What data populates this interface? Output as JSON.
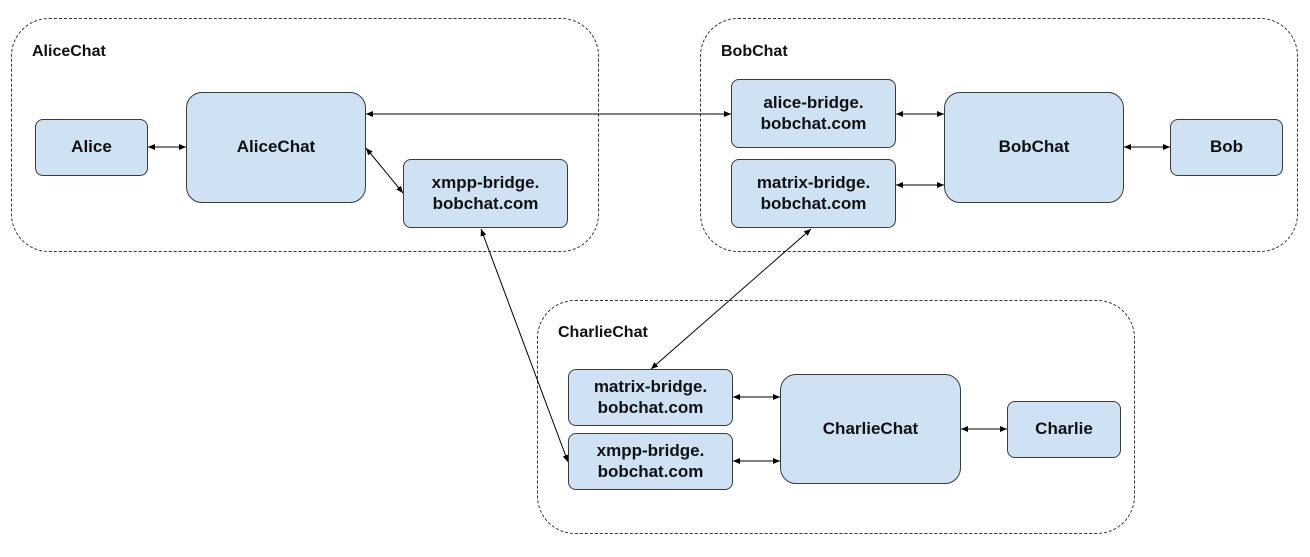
{
  "colors": {
    "node_fill": "#cfe2f3",
    "node_border": "#3a3a3a",
    "group_border": "#333333",
    "edge": "#000000"
  },
  "groups": {
    "alicechat": {
      "label": "AliceChat"
    },
    "bobchat": {
      "label": "BobChat"
    },
    "charliechat": {
      "label": "CharlieChat"
    }
  },
  "nodes": {
    "alice": {
      "label": "Alice"
    },
    "alicechat_server": {
      "label": "AliceChat"
    },
    "alice_xmpp_bridge": {
      "label": "xmpp-bridge.\nbobchat.com"
    },
    "bob_alice_bridge": {
      "label": "alice-bridge.\nbobchat.com"
    },
    "bob_matrix_bridge": {
      "label": "matrix-bridge.\nbobchat.com"
    },
    "bobchat_server": {
      "label": "BobChat"
    },
    "bob": {
      "label": "Bob"
    },
    "charlie_matrix_bridge": {
      "label": "matrix-bridge.\nbobchat.com"
    },
    "charlie_xmpp_bridge": {
      "label": "xmpp-bridge.\nbobchat.com"
    },
    "charliechat_server": {
      "label": "CharlieChat"
    },
    "charlie": {
      "label": "Charlie"
    }
  },
  "edges": [
    {
      "from": "alice",
      "to": "alicechat_server",
      "arrows": "both"
    },
    {
      "from": "alicechat_server",
      "to": "bob_alice_bridge",
      "arrows": "both"
    },
    {
      "from": "alicechat_server",
      "to": "alice_xmpp_bridge",
      "arrows": "both"
    },
    {
      "from": "bob_alice_bridge",
      "to": "bobchat_server",
      "arrows": "both"
    },
    {
      "from": "bob_matrix_bridge",
      "to": "bobchat_server",
      "arrows": "both"
    },
    {
      "from": "bobchat_server",
      "to": "bob",
      "arrows": "both"
    },
    {
      "from": "alice_xmpp_bridge",
      "to": "charlie_xmpp_bridge",
      "arrows": "both"
    },
    {
      "from": "bob_matrix_bridge",
      "to": "charlie_matrix_bridge",
      "arrows": "both"
    },
    {
      "from": "charlie_matrix_bridge",
      "to": "charliechat_server",
      "arrows": "both"
    },
    {
      "from": "charlie_xmpp_bridge",
      "to": "charliechat_server",
      "arrows": "both"
    },
    {
      "from": "charliechat_server",
      "to": "charlie",
      "arrows": "both"
    }
  ]
}
